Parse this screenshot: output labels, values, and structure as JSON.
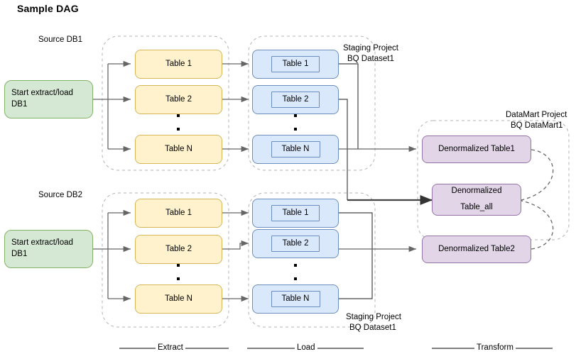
{
  "diagram": {
    "title": "Sample DAG",
    "colors": {
      "source_fill": "#d5e8d4",
      "source_stroke": "#82b366",
      "extract_fill": "#fff2cc",
      "extract_stroke": "#d6b656",
      "load_fill": "#dae8fc",
      "load_stroke": "#6c8ebf",
      "transform_fill": "#e1d5e7",
      "transform_stroke": "#9673a6",
      "edge": "#666666",
      "container_border": "#b3b3b3"
    },
    "group_labels": {
      "source_db1": "Source DB1",
      "source_db2": "Source DB2",
      "staging_top_line1": "Staging Project",
      "staging_top_line2": "BQ Dataset1",
      "staging_bottom_line1": "Staging Project",
      "staging_bottom_line2": "BQ Dataset1",
      "datamart_line1": "DataMart Project",
      "datamart_line2": "BQ DataMart1"
    },
    "phases": [
      {
        "name": "extract",
        "label": "Extract"
      },
      {
        "name": "load",
        "label": "Load"
      },
      {
        "name": "transform",
        "label": "Transform"
      }
    ],
    "start_nodes": [
      {
        "id": "start-db1",
        "label": "Start extract/load DB1"
      },
      {
        "id": "start-db2",
        "label": "Start extract/load DB1"
      }
    ],
    "extract_top": [
      {
        "id": "extract-top-table-1",
        "label": "Table 1"
      },
      {
        "id": "extract-top-table-2",
        "label": "Table 2"
      },
      {
        "id": "extract-top-table-n",
        "label": "Table N"
      }
    ],
    "extract_bottom": [
      {
        "id": "extract-bottom-table-1",
        "label": "Table 1"
      },
      {
        "id": "extract-bottom-table-2",
        "label": "Table 2"
      },
      {
        "id": "extract-bottom-table-n",
        "label": "Table N"
      }
    ],
    "load_top": [
      {
        "id": "load-top-table-1",
        "label": "Table 1"
      },
      {
        "id": "load-top-table-2",
        "label": "Table 2"
      },
      {
        "id": "load-top-table-n",
        "label": "Table N"
      }
    ],
    "load_bottom": [
      {
        "id": "load-bottom-table-1",
        "label": "Table 1"
      },
      {
        "id": "load-bottom-table-2",
        "label": "Table 2"
      },
      {
        "id": "load-bottom-table-n",
        "label": "Table N"
      }
    ],
    "transform_nodes": [
      {
        "id": "denormalized-table1",
        "label": "Denormalized Table1"
      },
      {
        "id": "denormalized-table-all-line1",
        "label": "Denormalized"
      },
      {
        "id": "denormalized-table-all-line2",
        "label": "Table_all"
      },
      {
        "id": "denormalized-table2",
        "label": "Denormalized Table2"
      }
    ]
  }
}
